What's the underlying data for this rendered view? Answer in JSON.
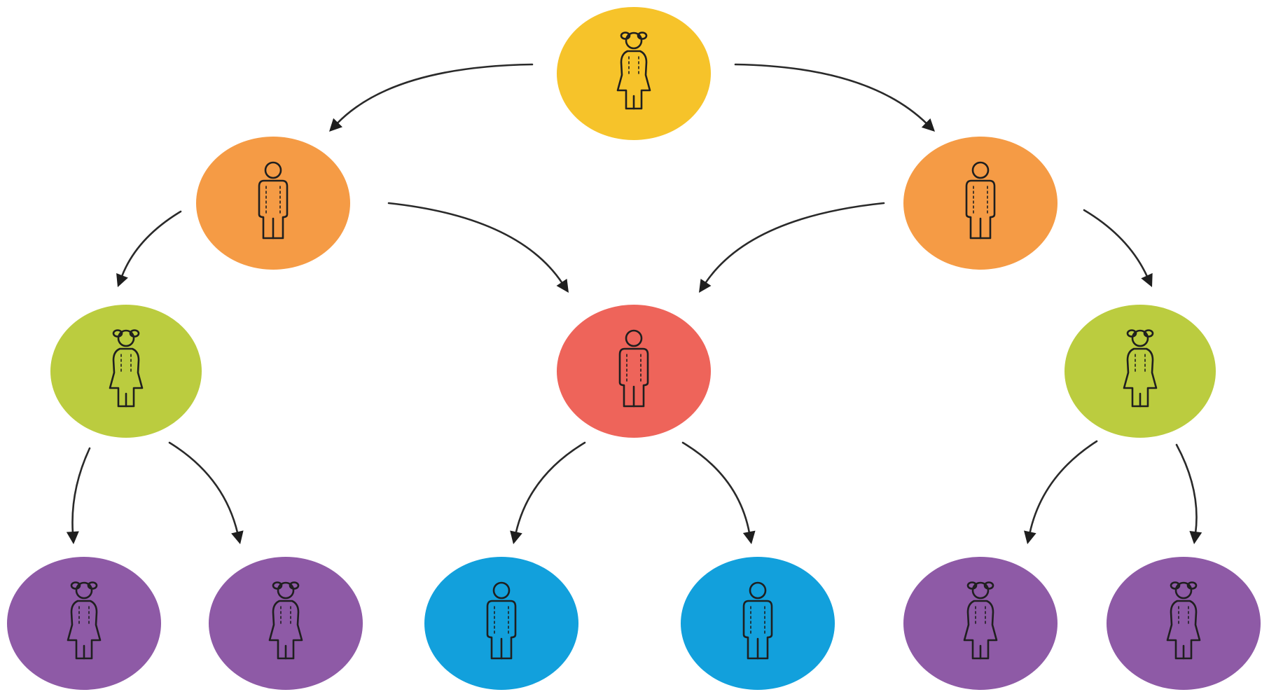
{
  "diagram": {
    "type": "family-tree",
    "colors": {
      "yellow": "#F6C32A",
      "orange": "#F59B45",
      "lime": "#BBCC3F",
      "red": "#EE645A",
      "purple": "#8E5AA6",
      "blue": "#12A0DC",
      "arrow": "#2a2a2a",
      "icon_stroke": "#1f1f1f"
    },
    "nodes": [
      {
        "id": "root",
        "figure": "female-icon",
        "color": "yellow"
      },
      {
        "id": "parent-left",
        "figure": "male-icon",
        "color": "orange"
      },
      {
        "id": "parent-right",
        "figure": "male-icon",
        "color": "orange"
      },
      {
        "id": "child-left",
        "figure": "female-icon",
        "color": "lime"
      },
      {
        "id": "child-center",
        "figure": "male-icon",
        "color": "red"
      },
      {
        "id": "child-right",
        "figure": "female-icon",
        "color": "lime"
      },
      {
        "id": "grandchild-1",
        "figure": "female-icon",
        "color": "purple"
      },
      {
        "id": "grandchild-2",
        "figure": "female-icon",
        "color": "purple"
      },
      {
        "id": "grandchild-3",
        "figure": "male-icon",
        "color": "blue"
      },
      {
        "id": "grandchild-4",
        "figure": "male-icon",
        "color": "blue"
      },
      {
        "id": "grandchild-5",
        "figure": "female-icon",
        "color": "purple"
      },
      {
        "id": "grandchild-6",
        "figure": "female-icon",
        "color": "purple"
      }
    ],
    "edges": [
      {
        "from": "root",
        "to": "parent-left"
      },
      {
        "from": "root",
        "to": "parent-right"
      },
      {
        "from": "parent-left",
        "to": "child-left"
      },
      {
        "from": "parent-left",
        "to": "child-center"
      },
      {
        "from": "parent-right",
        "to": "child-center"
      },
      {
        "from": "parent-right",
        "to": "child-right"
      },
      {
        "from": "child-left",
        "to": "grandchild-1"
      },
      {
        "from": "child-left",
        "to": "grandchild-2"
      },
      {
        "from": "child-center",
        "to": "grandchild-3"
      },
      {
        "from": "child-center",
        "to": "grandchild-4"
      },
      {
        "from": "child-right",
        "to": "grandchild-5"
      },
      {
        "from": "child-right",
        "to": "grandchild-6"
      }
    ]
  }
}
